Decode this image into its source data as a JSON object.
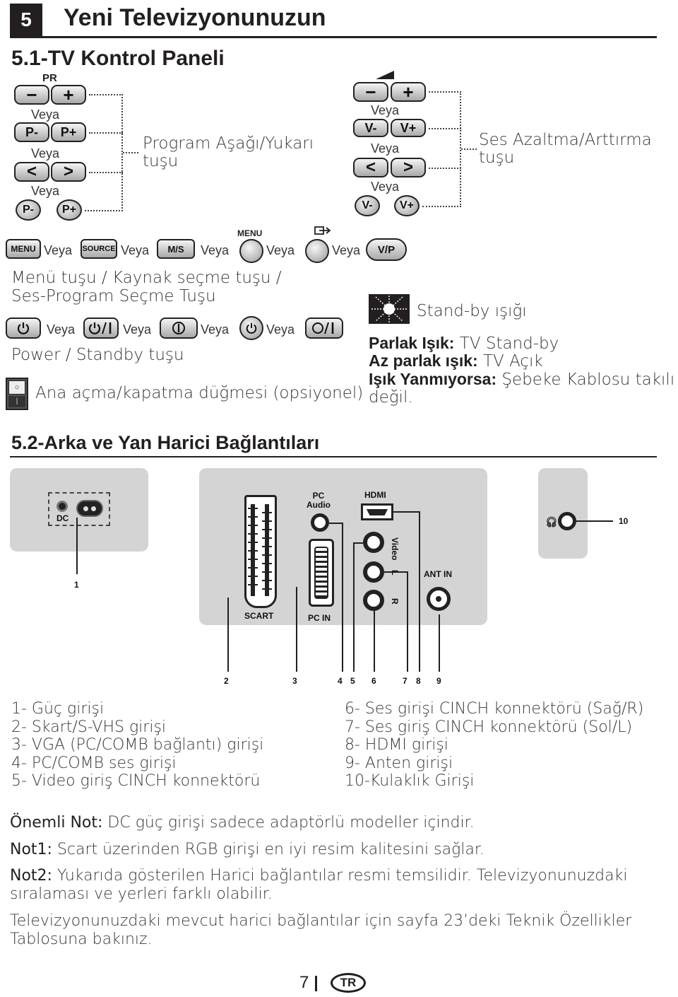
{
  "header": {
    "section_number": "5",
    "title": "Yeni Televizyonunuzun"
  },
  "section1": {
    "title": "5.1-TV Kontrol Paneli"
  },
  "pr_group": {
    "top_label": "PR",
    "minus": "−",
    "plus": "+",
    "veya1": "Veya",
    "p_minus": "P-",
    "p_plus": "P+",
    "veya2": "Veya",
    "left": "<",
    "right": ">",
    "veya3": "Veya",
    "p_minus_round": "P-",
    "p_plus_round": "P+",
    "description_line1": "Program Aşağı/Yukarı",
    "description_line2": "tuşu"
  },
  "vol_group": {
    "minus": "−",
    "plus": "+",
    "veya1": "Veya",
    "v_minus": "V-",
    "v_plus": "V+",
    "veya2": "Veya",
    "left": "<",
    "right": ">",
    "veya3": "Veya",
    "v_minus_round": "V-",
    "v_plus_round": "V+",
    "description_line1": "Ses Azaltma/Arttırma",
    "description_line2": "tuşu"
  },
  "menu_row": {
    "menu_btn": "MENU",
    "veya1": "Veya",
    "source_btn": "SOURCE",
    "veya2": "Veya",
    "ms_btn": "M/S",
    "veya3": "Veya",
    "menu_round_label": "MENU",
    "veya4": "Veya",
    "veya5": "Veya",
    "vp_btn": "V/P",
    "description_line1": "Menü tuşu / Kaynak seçme tuşu /",
    "description_line2": "Ses-Program Seçme Tuşu"
  },
  "power_row": {
    "veya1": "Veya",
    "veya2": "Veya",
    "veya3": "Veya",
    "veya4": "Veya",
    "description": "Power / Standby tuşu",
    "main_switch": "Ana açma/kapatma düğmesi (opsiyonel)"
  },
  "standby": {
    "title": "Stand-by ışığı",
    "bright_label": "Parlak Işık:",
    "bright_value": " TV Stand-by",
    "dim_label": "Az parlak ışık:",
    "dim_value": " TV Açık",
    "off_label": "Işık Yanmıyorsa:",
    "off_value_line1": " Şebeke Kablosu takılı",
    "off_value_line2": "değil."
  },
  "section2": {
    "title": "5.2-Arka ve Yan Harici Bağlantıları"
  },
  "diagram": {
    "dc": "DC",
    "pc_audio_line1": "PC",
    "pc_audio_line2": "Audio",
    "hdmi": "HDMI",
    "video": "Video",
    "l": "L",
    "r": "R",
    "ant_in": "ANT IN",
    "scart": "SCART",
    "pc_in": "PC IN",
    "num1": "1",
    "num2": "2",
    "num3": "3",
    "num4": "4",
    "num5": "5",
    "num6": "6",
    "num7": "7",
    "num8": "8",
    "num9": "9",
    "num10": "10"
  },
  "legend": {
    "left": [
      "1- Güç girişi",
      "2- Skart/S-VHS girişi",
      "3- VGA (PC/COMB bağlantı) girişi",
      "4- PC/COMB ses girişi",
      "5- Video giriş CINCH konnektörü"
    ],
    "right": [
      "6- Ses girişi CINCH konnektörü (Sağ/R)",
      "7- Ses giriş CINCH konnektörü (Sol/L)",
      "8- HDMI girişi",
      "9- Anten girişi",
      "10-Kulaklık Girişi"
    ]
  },
  "notes": {
    "important_label": "Önemli Not:",
    "important_text": " DC güç girişi sadece adaptörlü modeller içindir.",
    "note1_label": "Not1:",
    "note1_text": " Scart üzerinden RGB girişi en iyi resim kalitesini sağlar.",
    "note2_label": "Not2:",
    "note2_text_line1": " Yukarıda gösterilen Harici bağlantılar resmi temsilidir. Televizyonunuzdaki",
    "note2_text_line2": "sıralaması ve yerleri farklı olabilir.",
    "note3_line1": "Televizyonunuzdaki mevcut harici bağlantılar için sayfa 23’deki Teknik Özellikler",
    "note3_line2": "Tablosuna bakınız."
  },
  "footer": {
    "page_number": "7",
    "language": "TR"
  }
}
